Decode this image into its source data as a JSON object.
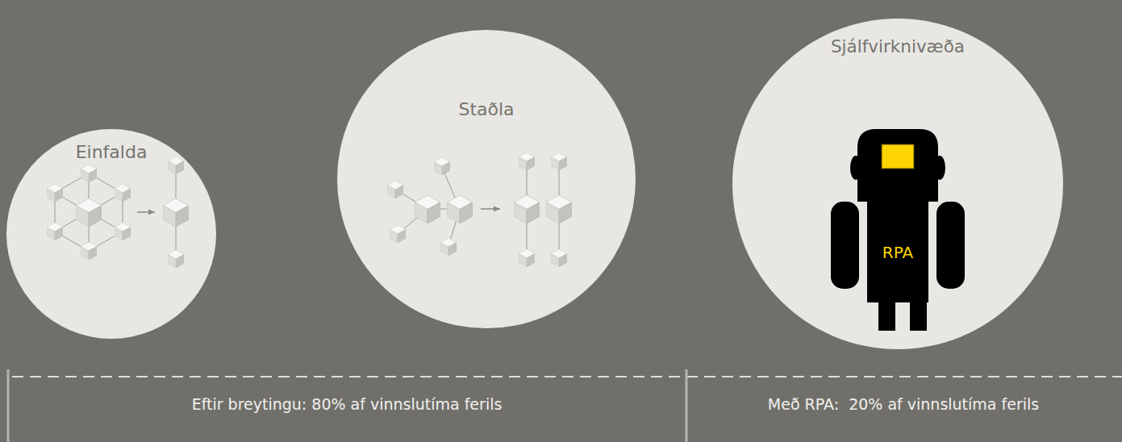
{
  "diagram": {
    "nodes": [
      {
        "text": [
          "Einfalda"
        ]
      },
      {
        "text": [
          "Staðla"
        ]
      },
      {
        "text": [
          "Sjálfvirknivæða"
        ]
      },
      {
        "text": [
          "RPA"
        ],
        "in": 2
      }
    ],
    "labels": [
      "Eftir breytingu: 80% af vinnslutíma ferils",
      "Með RPA:  20% af vinnslutíma ferils"
    ]
  }
}
